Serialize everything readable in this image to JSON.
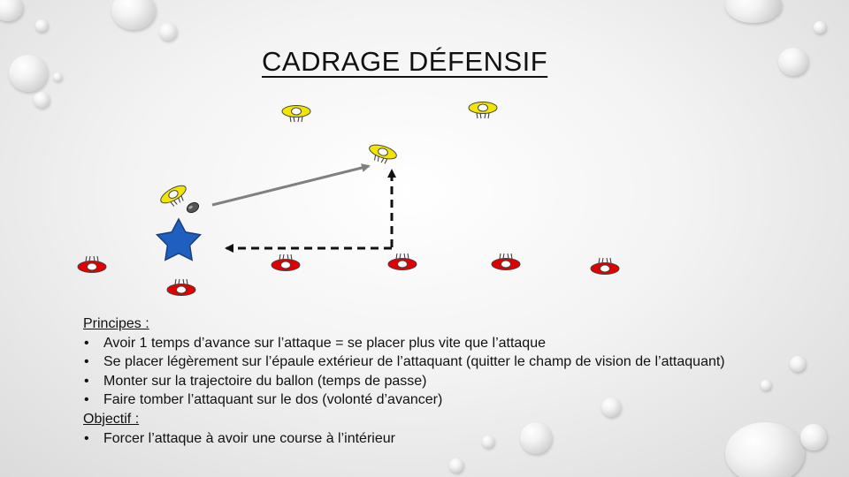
{
  "title": "CADRAGE DÉFENSIF",
  "principles": {
    "heading": "Principes :",
    "items": [
      "Avoir 1 temps d’avance sur l’attaque = se placer plus vite que l’attaque",
      "Se placer légèrement sur l’épaule extérieur de l’attaquant (quitter le champ de vision de l’attaquant)",
      "Monter sur la trajectoire du ballon (temps de passe)",
      "Faire tomber l’attaquant sur le dos (volonté d’avancer)"
    ]
  },
  "objective": {
    "heading": "Objectif :",
    "items": [
      "Forcer l’attaque à avoir une course à l’intérieur"
    ]
  },
  "colors": {
    "attacker": "#f2e600",
    "defender": "#e00000",
    "star": "#1f5fbf",
    "arrow_solid": "#808080",
    "arrow_dashed": "#111111"
  },
  "diagram": {
    "attackers_count": 4,
    "defenders_count": 6,
    "ball": "ball-icon",
    "star": "star-icon"
  }
}
